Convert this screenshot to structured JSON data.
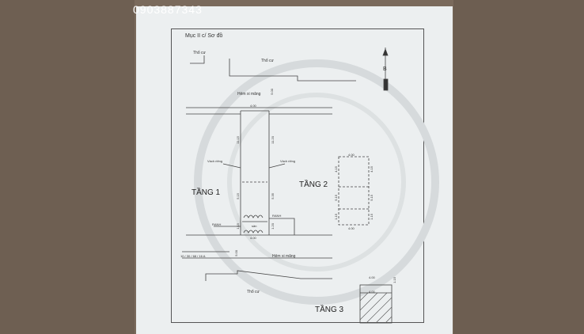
{
  "watermark_phone": "0903887343",
  "header_label": "Mục II c/ Sơ đồ",
  "labels": {
    "tho_cu_top_left": "Thổ cư",
    "tho_cu_top": "Thổ cư",
    "hem_top": "Hẻm xi măng",
    "hem_bottom": "Hẻm xi măng",
    "tho_cu_bottom": "Thổ cư",
    "vach_left": "Vách riêng",
    "vach_right": "Vách riêng",
    "tang1": "TẦNG 1",
    "tang2": "TẦNG 2",
    "tang3": "TẦNG 3",
    "north": "B",
    "ranh": "RANH",
    "address": "10 / 30 / 68 / 16 A",
    "san": "sân",
    "width_top": "4.00",
    "width_bottom": "4.00",
    "t2_top": "4.00",
    "t2_bottom": "4.00",
    "t3_top": "4.00",
    "t3_mid": "4.00",
    "dim_hem_top": "5.00",
    "dim_hem_bottom": "5.00",
    "dim_left_upper": "11.15",
    "dim_right_upper": "11.20",
    "dim_left_lower": "5.15",
    "dim_right_lower": "5.35",
    "dim_left_bottom": "1.15",
    "dim_right_bottom": "1.20",
    "t2_dim1": "4.15",
    "t2_dim2": "4.15",
    "t2_dim3": "5.15",
    "t2_dim4": "5.15",
    "t2_dim5": "1.15",
    "t2_dim6": "1.15",
    "t3_dim": "1.15"
  }
}
